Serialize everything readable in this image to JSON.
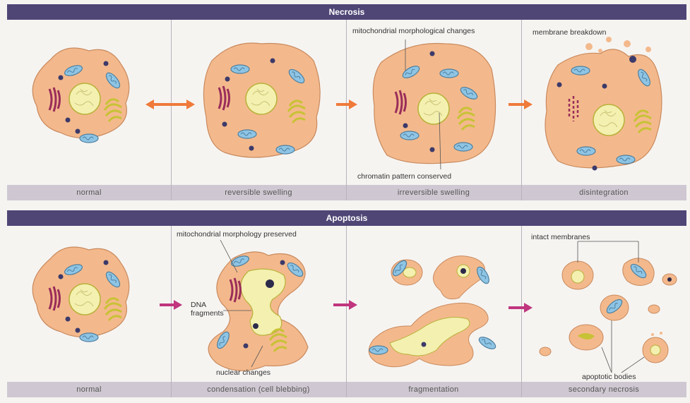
{
  "necrosis": {
    "title": "Necrosis",
    "stages": [
      "normal",
      "reversible swelling",
      "irreversible swelling",
      "disintegration"
    ],
    "annotations": {
      "mito": "mitochondrial morphological changes",
      "chromatin": "chromatin pattern conserved",
      "membrane": "membrane breakdown"
    }
  },
  "apoptosis": {
    "title": "Apoptosis",
    "stages": [
      "normal",
      "condensation (cell blebbing)",
      "fragmentation",
      "secondary necrosis"
    ],
    "annotations": {
      "mito": "mitochondrial morphology preserved",
      "dna": "DNA fragments",
      "nuclear": "nuclear changes",
      "intact": "intact membranes",
      "bodies": "apoptotic bodies"
    }
  },
  "colors": {
    "band": "#4f4676",
    "caption": "#cfc8d2",
    "cytoplasm": "#f3b98c",
    "nucleus": "#f4f0b0",
    "mitochondria": "#8ec4e4",
    "golgi": "#9a2d5a",
    "er": "#c8c236",
    "arrow_necrosis": "#ef7a3a",
    "arrow_apoptosis": "#c0357e"
  }
}
